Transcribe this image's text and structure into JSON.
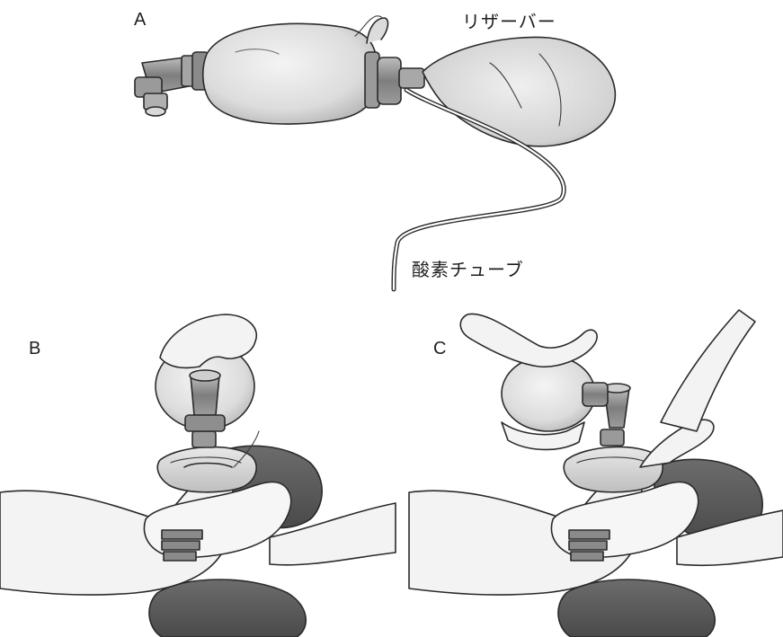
{
  "panels": {
    "a": {
      "label": "A"
    },
    "b": {
      "label": "B"
    },
    "c": {
      "label": "C"
    }
  },
  "callouts": {
    "reservoir": "リザーバー",
    "oxygen_tube": "酸素チューブ"
  },
  "colors": {
    "ink": "#2a2a2a",
    "bag_fill": "#e6e6e6",
    "bag_shade": "#c8c8c8",
    "skin_fill": "#f3f3f3",
    "hair_fill": "#5a5a5a",
    "mask_fill": "#d6d6d6",
    "connector_fill": "#8c8c8c",
    "background": "#ffffff"
  }
}
